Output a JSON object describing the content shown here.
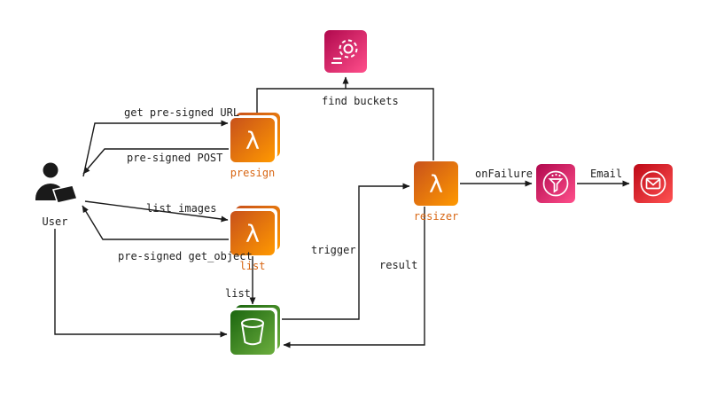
{
  "diagram": {
    "type": "aws-architecture-flow",
    "glyphs": {
      "lambda": "λ"
    },
    "nodes": {
      "user": {
        "label": "User",
        "icon": "user-icon"
      },
      "presign": {
        "label": "presign",
        "icon": "lambda-icon"
      },
      "list": {
        "label": "list",
        "icon": "lambda-icon"
      },
      "bucket_finder": {
        "label": "",
        "icon": "gear-service-icon"
      },
      "resizer": {
        "label": "resizer",
        "icon": "lambda-icon"
      },
      "s3_bucket": {
        "label": "",
        "icon": "s3-bucket-icon"
      },
      "notification": {
        "label": "",
        "icon": "notification-filter-icon"
      },
      "email": {
        "label": "",
        "icon": "email-icon"
      }
    },
    "edges": [
      {
        "from": "user",
        "to": "presign",
        "label": "get pre-signed URL"
      },
      {
        "from": "presign",
        "to": "user",
        "label": "pre-signed POST"
      },
      {
        "from": "user",
        "to": "list",
        "label": "list images"
      },
      {
        "from": "list",
        "to": "user",
        "label": "pre-signed get_object"
      },
      {
        "from": "presign",
        "to": "bucket_finder",
        "label": "find buckets"
      },
      {
        "from": "resizer",
        "to": "bucket_finder",
        "label": ""
      },
      {
        "from": "list",
        "to": "s3_bucket",
        "label": "list"
      },
      {
        "from": "user",
        "to": "s3_bucket",
        "label": ""
      },
      {
        "from": "s3_bucket",
        "to": "resizer",
        "label": "trigger"
      },
      {
        "from": "resizer",
        "to": "s3_bucket",
        "label": "result"
      },
      {
        "from": "resizer",
        "to": "notification",
        "label": "onFailure"
      },
      {
        "from": "notification",
        "to": "email",
        "label": "Email"
      }
    ],
    "colors": {
      "line": "#1a1a1a",
      "background": "#ffffff",
      "lambda_gradient_start": "#C8511B",
      "lambda_gradient_end": "#FF9900",
      "lambda_label": "#D86613",
      "bucket_gradient_start": "#1B660F",
      "bucket_gradient_end": "#6CAE3E",
      "pink_gradient_start": "#B0084D",
      "pink_gradient_end": "#FF4F8B",
      "red_gradient_start": "#BD0816",
      "red_gradient_end": "#FF5252",
      "user_silhouette": "#1a1a1a"
    }
  }
}
